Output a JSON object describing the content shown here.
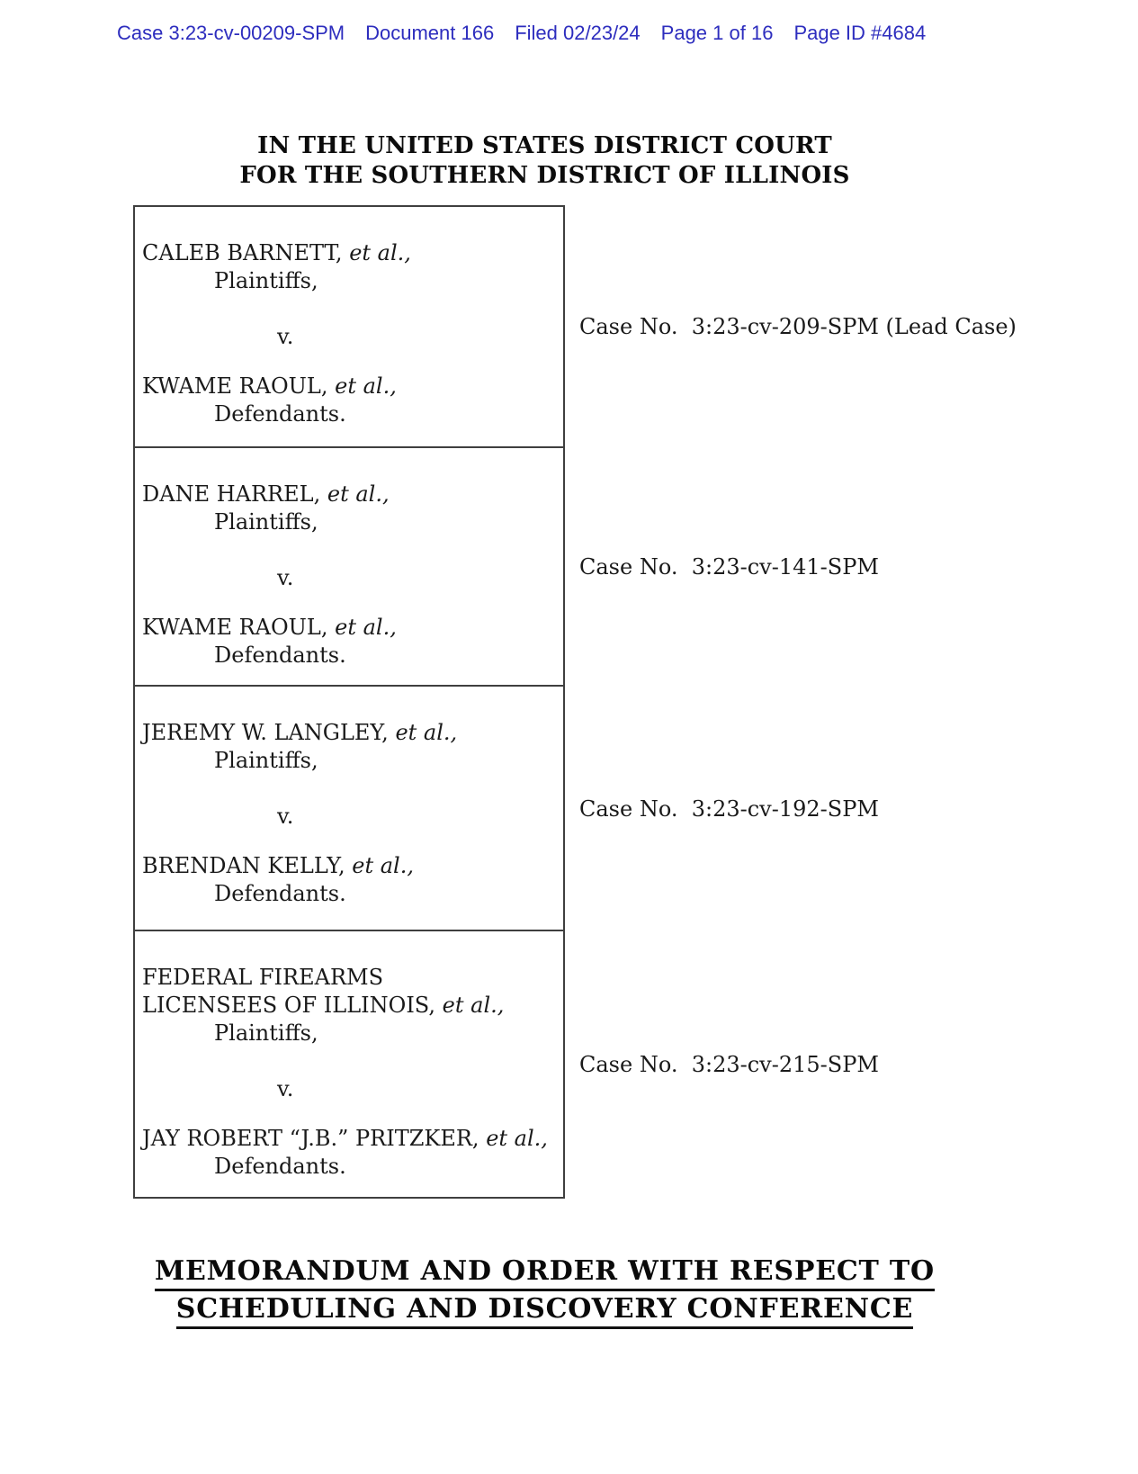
{
  "stamp": {
    "color": "#2d2dbe",
    "segments": [
      "Case 3:23-cv-00209-SPM",
      "Document 166",
      "Filed 02/23/24",
      "Page 1 of 16",
      "Page ID #4684"
    ]
  },
  "court_header": {
    "line1": "IN THE UNITED STATES DISTRICT COURT",
    "line2": "FOR THE SOUTHERN DISTRICT OF ILLINOIS"
  },
  "cases": [
    {
      "plaintiff": {
        "line1": "CALEB BARNETT,",
        "etal": "et al.,",
        "role": "Plaintiffs,"
      },
      "versus": "v.",
      "defendant": {
        "line1": "KWAME RAOUL,",
        "etal": "et al.,",
        "role": "Defendants."
      },
      "case_no": "Case No.  3:23-cv-209-SPM (Lead Case)"
    },
    {
      "plaintiff": {
        "line1": "DANE HARREL,",
        "etal": "et al.,",
        "role": "Plaintiffs,"
      },
      "versus": "v.",
      "defendant": {
        "line1": "KWAME RAOUL,",
        "etal": "et al.,",
        "role": "Defendants."
      },
      "case_no": "Case No.  3:23-cv-141-SPM"
    },
    {
      "plaintiff": {
        "line1": "JEREMY W. LANGLEY,",
        "etal": "et al.,",
        "role": "Plaintiffs,"
      },
      "versus": "v.",
      "defendant": {
        "line1": "BRENDAN KELLY,",
        "etal": "et al.,",
        "role": "Defendants."
      },
      "case_no": "Case No.  3:23-cv-192-SPM"
    },
    {
      "plaintiff": {
        "line1": "FEDERAL FIREARMS",
        "line2": "LICENSEES OF ILLINOIS,",
        "etal": "et al.,",
        "role": "Plaintiffs,"
      },
      "versus": "v.",
      "defendant": {
        "line1": "JAY ROBERT “J.B.” PRITZKER,",
        "etal": "et al.,",
        "role": "Defendants."
      },
      "case_no": "Case No.  3:23-cv-215-SPM"
    }
  ],
  "order_title": {
    "line1": "MEMORANDUM AND ORDER WITH RESPECT TO",
    "line2": "SCHEDULING AND DISCOVERY CONFERENCE"
  }
}
